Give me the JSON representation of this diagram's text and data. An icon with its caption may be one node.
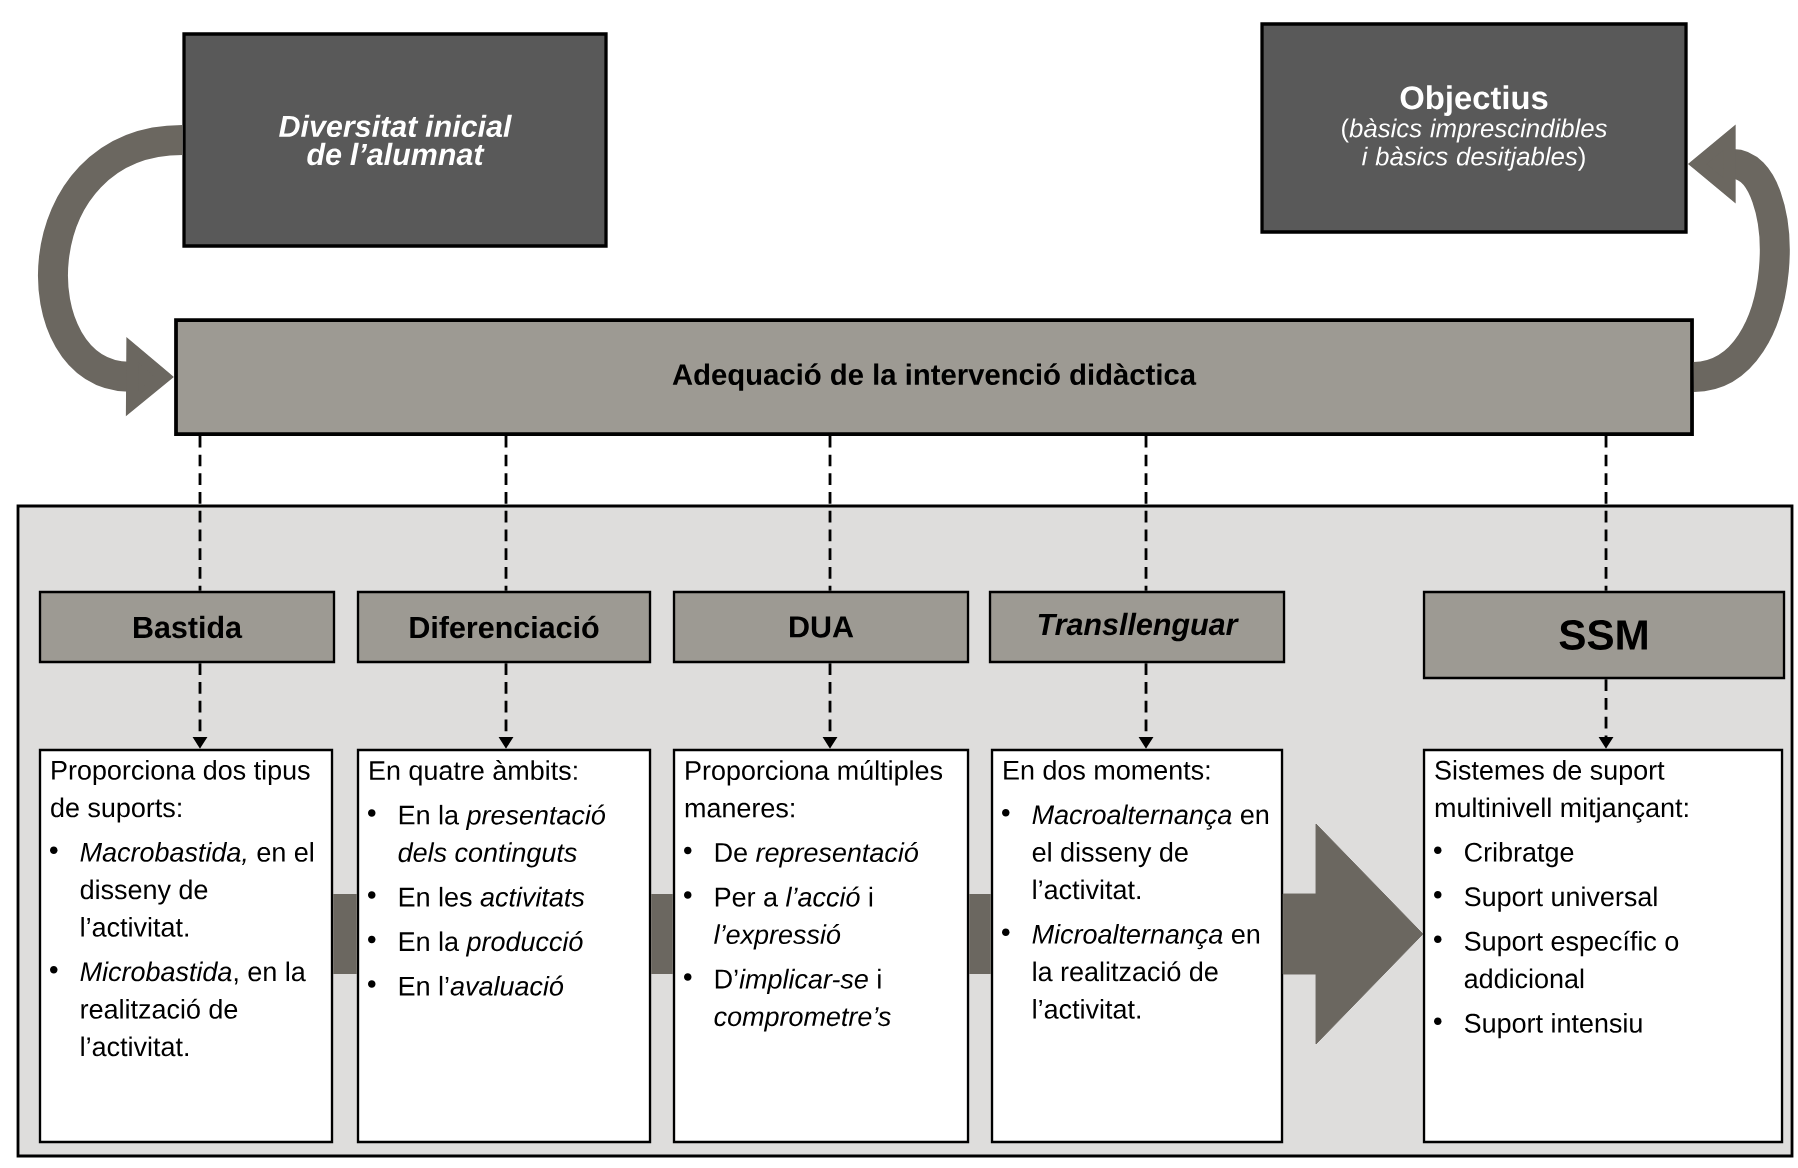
{
  "diagram": {
    "nodes": [
      {
        "text": [
          "Diversitat inicial de l’alumnat"
        ]
      },
      {
        "text": [
          "Objectius",
          "(*bàsics imprescindibles i bàsics desitjables*)"
        ]
      },
      {
        "text": [
          "Adequació de la intervenció didàctica"
        ]
      },
      {
        "text": [],
        "shape": "box"
      },
      {
        "text": [
          "Bastida"
        ],
        "in": 3
      },
      {
        "text": [
          "Diferenciació"
        ],
        "in": 3
      },
      {
        "text": [
          "DUA"
        ],
        "in": 3
      },
      {
        "text": [
          "Transllenguar"
        ],
        "in": 3
      },
      {
        "text": [
          "SSM"
        ],
        "in": 3
      },
      {
        "text": [
          "Proporciona dos tipus de suports:",
          "*Macrobastida,* en el disseny de l’activitat.",
          "*Microbastida*, en la realització de l’activitat."
        ],
        "in": 3
      },
      {
        "text": [
          "En quatre àmbits:",
          "En la *presentació dels continguts*",
          "En les *activitats*",
          "En la *producció*",
          "En l’*avaluació*"
        ],
        "in": 3
      },
      {
        "text": [
          "Proporciona múltiples maneres:",
          "De *representació*",
          "Per a *l’acció* i *l’expressió*",
          "D’*implicar-se* i *comprometre’s*"
        ],
        "in": 3
      },
      {
        "text": [
          "En dos moments:",
          "*Macroalternança* en el disseny de l’activitat.",
          "*Microalternança* en la realització de l’activitat."
        ],
        "in": 3
      },
      {
        "text": [
          "Sistemes de suport multinivell mitjançant:",
          "Cribratge",
          "Suport universal",
          "Suport específic o addicional",
          "Suport intensiu"
        ],
        "in": 3
      }
    ],
    "edges": [
      {
        "from": 0,
        "to": 2,
        "arrow": "to",
        "style": "thick",
        "color": "#6b6760"
      },
      {
        "from": 2,
        "to": 1,
        "arrow": "to",
        "style": "thick",
        "color": "#6b6760"
      },
      {
        "from": 2,
        "to": 4,
        "arrow": "none",
        "style": "dashed"
      },
      {
        "from": 2,
        "to": 5,
        "arrow": "none",
        "style": "dashed"
      },
      {
        "from": 2,
        "to": 6,
        "arrow": "none",
        "style": "dashed"
      },
      {
        "from": 2,
        "to": 7,
        "arrow": "none",
        "style": "dashed"
      },
      {
        "from": 2,
        "to": 8,
        "arrow": "none",
        "style": "dashed"
      },
      {
        "from": 4,
        "to": 9,
        "arrow": "to",
        "style": "dashed"
      },
      {
        "from": 5,
        "to": 10,
        "arrow": "to",
        "style": "dashed"
      },
      {
        "from": 6,
        "to": 11,
        "arrow": "to",
        "style": "dashed"
      },
      {
        "from": 7,
        "to": 12,
        "arrow": "to",
        "style": "dashed"
      },
      {
        "from": 8,
        "to": 13,
        "arrow": "to",
        "style": "dashed"
      },
      {
        "from": 9,
        "to": 10,
        "arrow": "none",
        "style": "thick",
        "color": "#6b6760"
      },
      {
        "from": 10,
        "to": 11,
        "arrow": "none",
        "style": "thick",
        "color": "#6b6760"
      },
      {
        "from": 11,
        "to": 12,
        "arrow": "none",
        "style": "thick",
        "color": "#6b6760"
      },
      {
        "from": 12,
        "to": 13,
        "arrow": "to",
        "style": "thick",
        "color": "#6b6760"
      }
    ]
  }
}
